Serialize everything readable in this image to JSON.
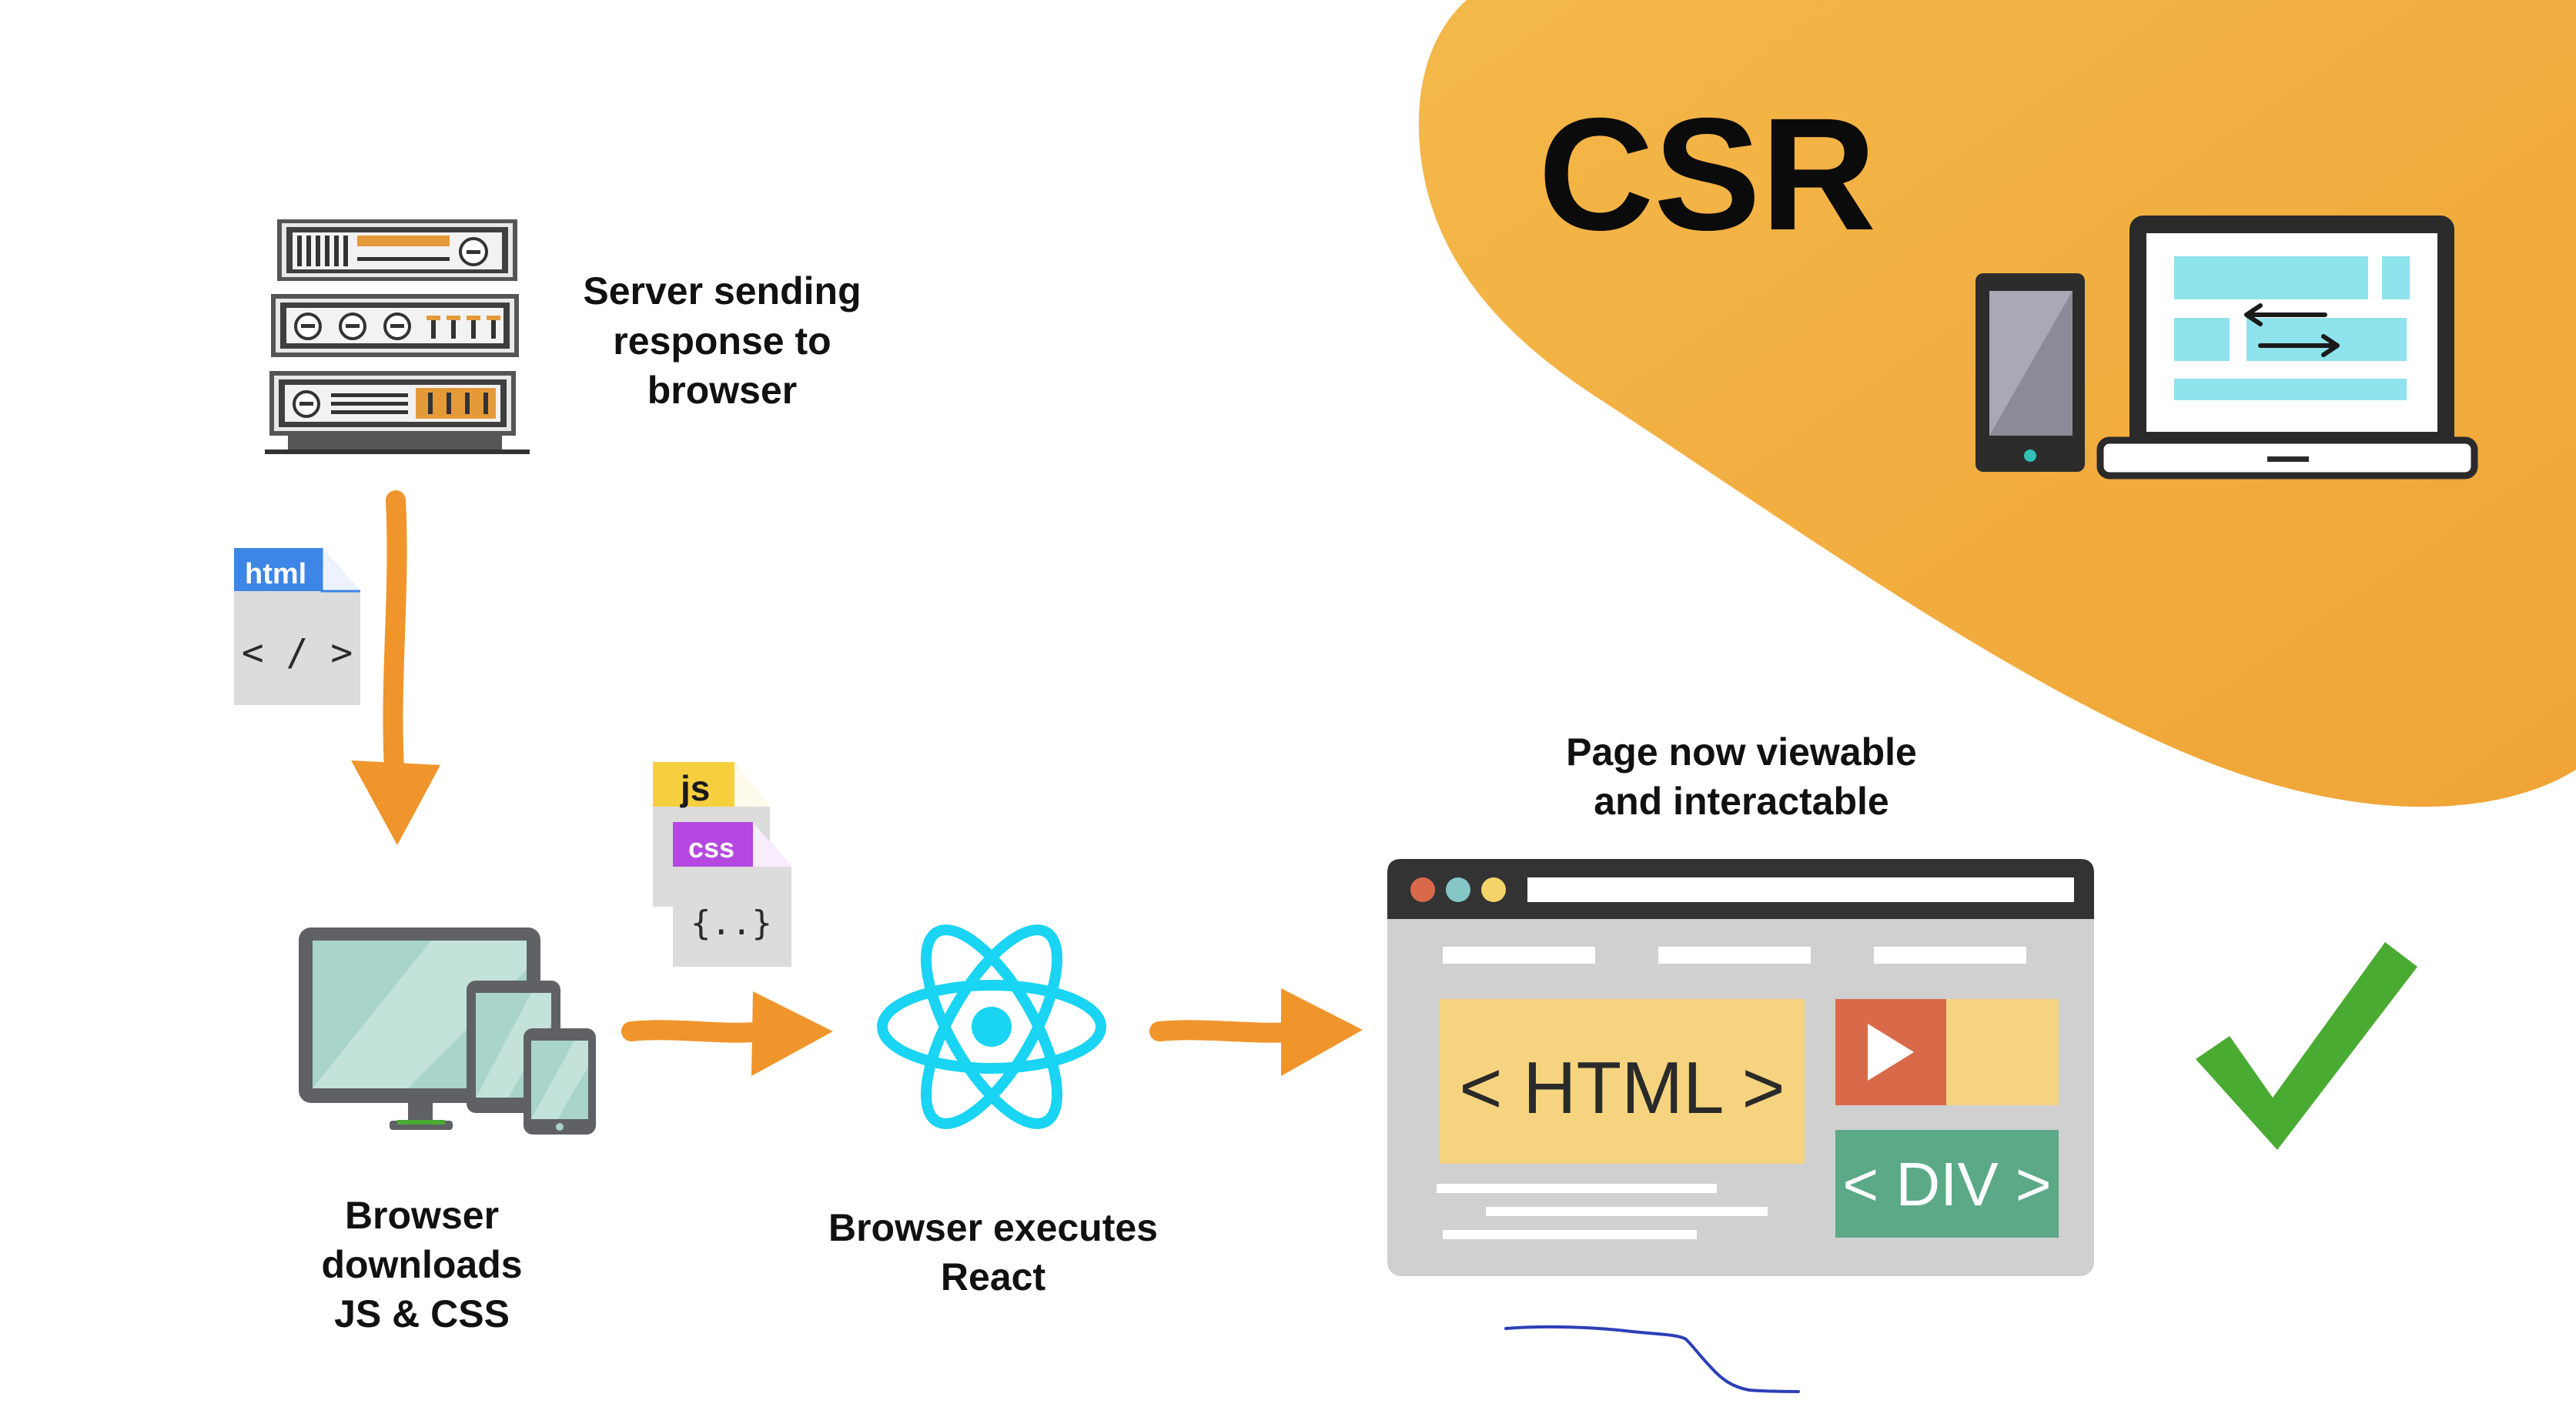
{
  "title": "CSR",
  "labels": {
    "server": [
      "Server sending",
      "response to",
      "browser"
    ],
    "download": [
      "Browser",
      "downloads",
      "JS & CSS"
    ],
    "execute": [
      "Browser executes",
      "React"
    ],
    "viewable": [
      "Page now viewable",
      "and interactable"
    ]
  },
  "files": {
    "html_tag": "html",
    "html_body": "< / >",
    "js_tag": "js",
    "css_tag": "css",
    "css_body": "{..}"
  },
  "browser_page": {
    "html_block": "< HTML >",
    "div_block": "< DIV >"
  },
  "colors": {
    "accent_blob": "#f2a93b",
    "arrow": "#f0952b",
    "react": "#19d4f2",
    "check": "#4aab32",
    "html_file_tag": "#3d86e6",
    "js_file_tag": "#f5cf3d",
    "css_file_tag": "#b448e0",
    "scribble": "#2d3fb8"
  },
  "icons": [
    "server-rack-icon",
    "html-file-icon",
    "devices-icon",
    "js-file-icon",
    "css-file-icon",
    "react-logo-icon",
    "browser-window-icon",
    "checkmark-icon",
    "phone-laptop-icon"
  ]
}
